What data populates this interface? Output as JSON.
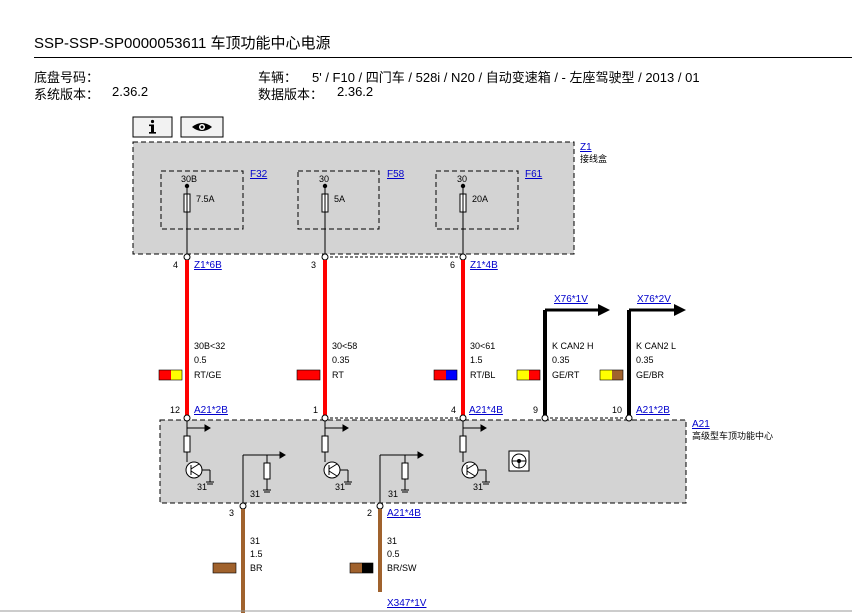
{
  "document": {
    "title": "SSP-SSP-SP0000053611 车顶功能中心电源",
    "chassis_label": "底盘号码：",
    "system_version_label": "系统版本：",
    "system_version": "2.36.2",
    "vehicle_label": "车辆：",
    "vehicle": "5' / F10 / 四门车 / 528i / N20 / 自动变速箱 / - 左座驾驶型 / 2013 / 01",
    "data_version_label": "数据版本：",
    "data_version": "2.36.2"
  },
  "toolbar": {
    "info_icon": "info-icon",
    "eye_icon": "eye-icon"
  },
  "z1": {
    "id": "Z1",
    "name": "接线盒",
    "fuses": [
      {
        "id": "F32",
        "terminal": "30B",
        "rating": "7.5A"
      },
      {
        "id": "F58",
        "terminal": "30",
        "rating": "5A"
      },
      {
        "id": "F61",
        "terminal": "30",
        "rating": "20A"
      }
    ],
    "pins": [
      "4",
      "3",
      "6"
    ],
    "conn_left": "Z1*6B",
    "conn_right": "Z1*4B"
  },
  "wires": [
    {
      "signal": "30B<32",
      "size": "0.5",
      "color": "RT/GE",
      "c1": "#ff0000",
      "c2": "#ffff00"
    },
    {
      "signal": "30<58",
      "size": "0.35",
      "color": "RT",
      "c1": "#ff0000",
      "c2": "#ff0000"
    },
    {
      "signal": "30<61",
      "size": "1.5",
      "color": "RT/BL",
      "c1": "#ff0000",
      "c2": "#0000ff"
    },
    {
      "signal": "K CAN2 H",
      "size": "0.35",
      "color": "GE/RT",
      "c1": "#ffff00",
      "c2": "#ff0000"
    },
    {
      "signal": "K CAN2 L",
      "size": "0.35",
      "color": "GE/BR",
      "c1": "#ffff00",
      "c2": "#a0622d"
    }
  ],
  "can_connectors": [
    "X76*1V",
    "X76*2V"
  ],
  "a21": {
    "id": "A21",
    "name": "高级型车顶功能中心",
    "top_pins": [
      "12",
      "1",
      "4",
      "9",
      "10"
    ],
    "conn_top_left": "A21*2B",
    "conn_top_mid": "A21*4B",
    "conn_top_right": "A21*2B",
    "ground_labels": [
      "31",
      "31",
      "31",
      "31",
      "31"
    ],
    "bottom_pins": [
      "3",
      "2"
    ],
    "conn_bottom": "A21*4B"
  },
  "ground_wires": [
    {
      "signal": "31",
      "size": "1.5",
      "color": "BR",
      "c1": "#a0622d",
      "c2": "#a0622d"
    },
    {
      "signal": "31",
      "size": "0.5",
      "color": "BR/SW",
      "c1": "#a0622d",
      "c2": "#000000"
    }
  ],
  "bottom_connector": "X347*1V"
}
